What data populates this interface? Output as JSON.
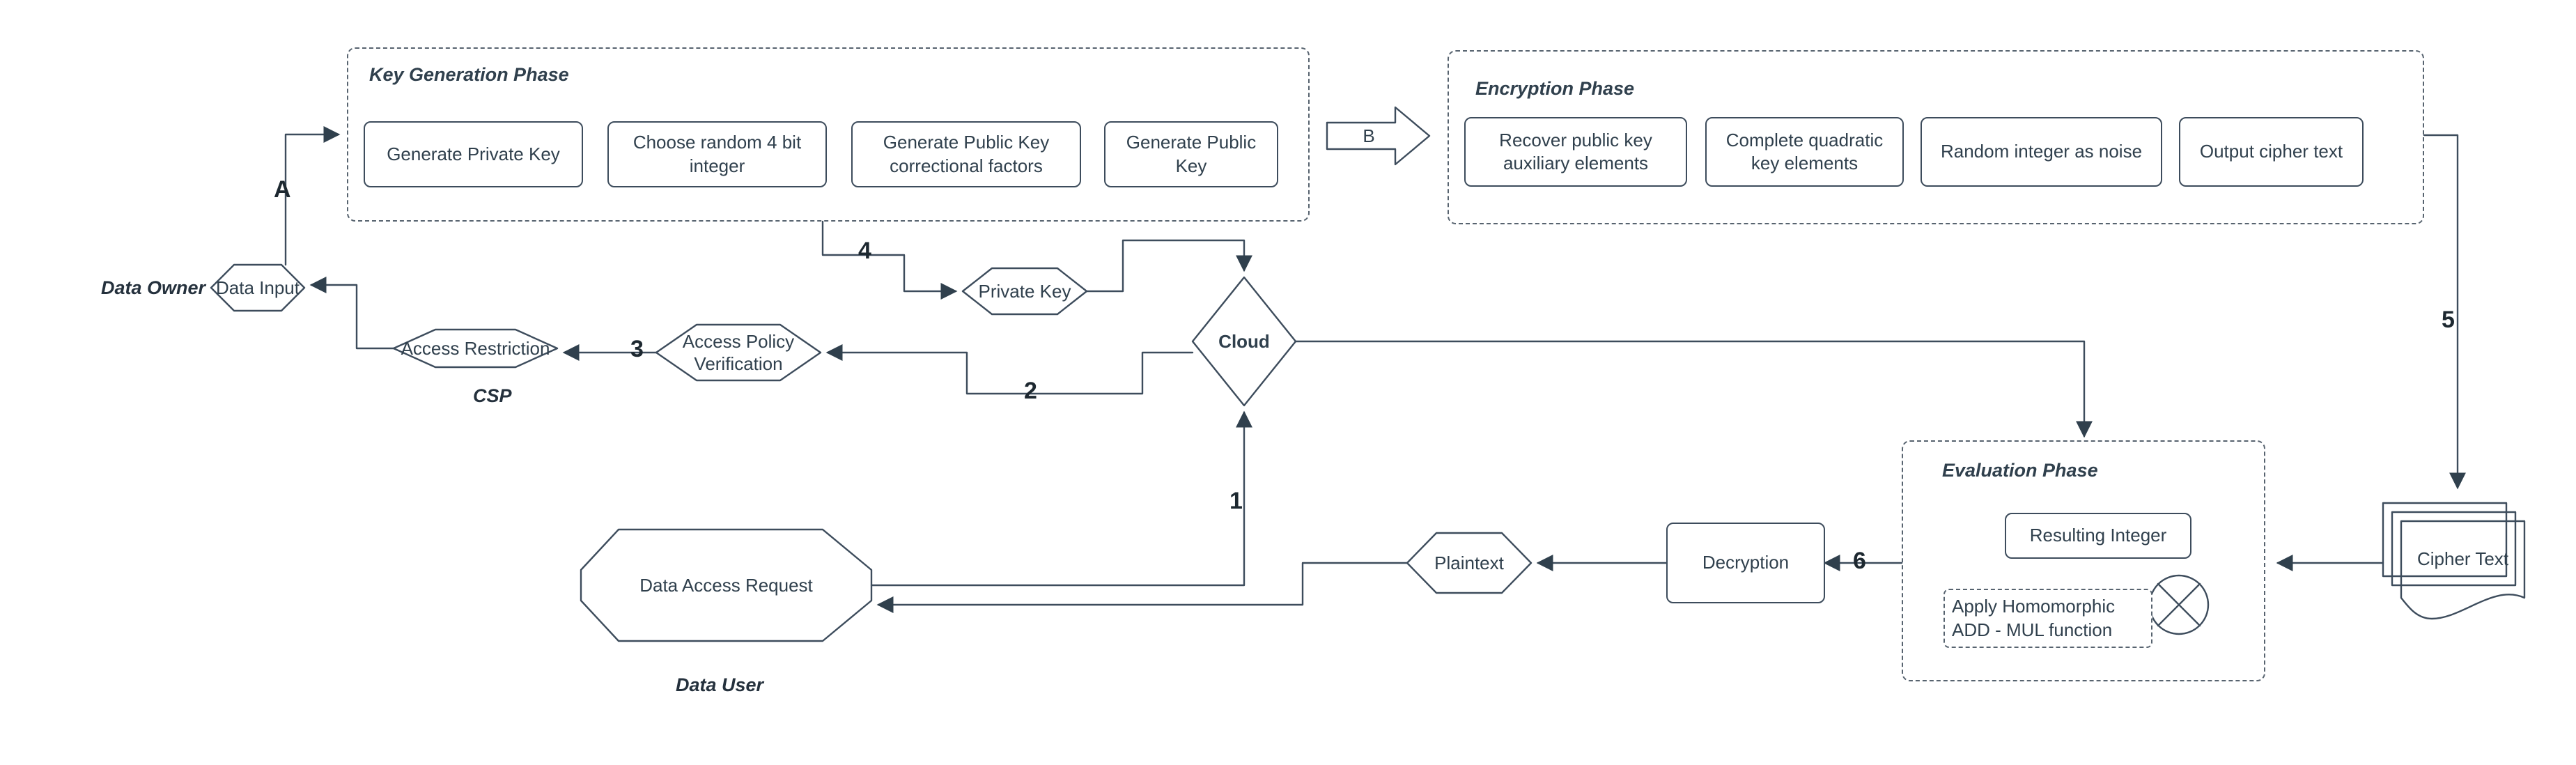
{
  "diagram": {
    "title": "Homomorphic Encryption Cloud Data Flow",
    "colors": {
      "stroke": "#3d4c5c",
      "dashed_stroke": "#57636f",
      "text": "#30404d",
      "background": "#ffffff"
    }
  },
  "groups": {
    "key_generation": {
      "title": "Key Generation Phase",
      "steps": [
        "Generate Private Key",
        "Choose random 4 bit integer",
        "Generate Public Key correctional factors",
        "Generate Public Key"
      ]
    },
    "encryption": {
      "title": "Encryption Phase",
      "steps": [
        "Recover public key auxiliary elements",
        "Complete quadratic key elements",
        "Random integer as noise",
        "Output cipher text"
      ]
    },
    "evaluation": {
      "title": "Evaluation Phase",
      "result_box": "Resulting Integer",
      "function_box": "Apply Homomorphic ADD - MUL function",
      "operator_icon": "cross-circle-icon"
    }
  },
  "nodes": {
    "data_input": "Data Input",
    "access_restriction": "Access Restriction",
    "access_policy_verification": "Access Policy Verification",
    "private_key": "Private Key",
    "cloud": "Cloud",
    "cipher_text": "Cipher Text",
    "decryption": "Decryption",
    "plaintext": "Plaintext",
    "data_access_request": "Data Access Request"
  },
  "role_labels": {
    "data_owner": "Data Owner",
    "csp": "CSP",
    "data_user": "Data User"
  },
  "connector_labels": {
    "a": "A",
    "b": "B",
    "one": "1",
    "two": "2",
    "three": "3",
    "four": "4",
    "five": "5",
    "six": "6"
  }
}
